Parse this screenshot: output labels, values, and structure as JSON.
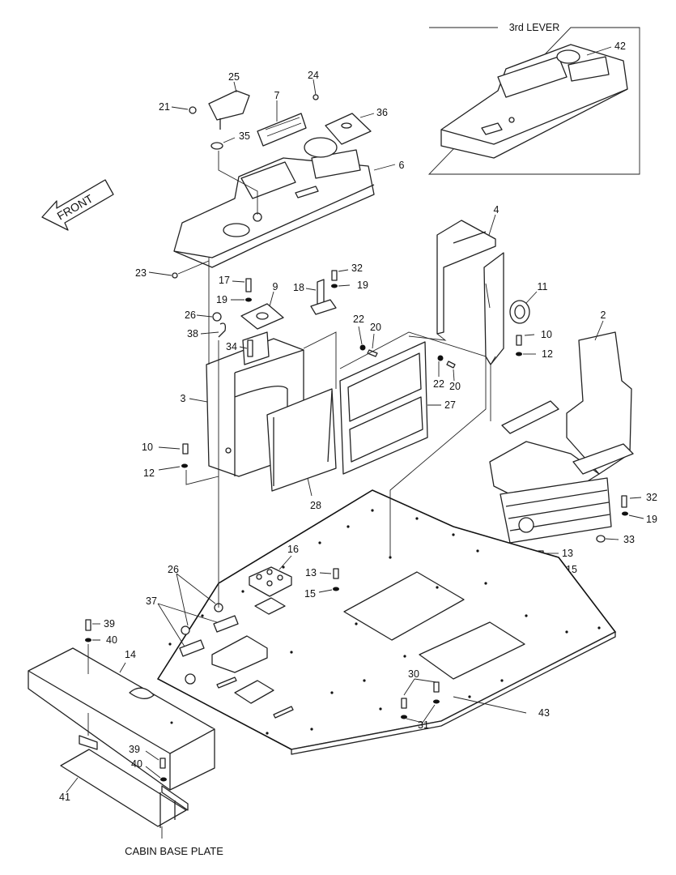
{
  "labels": {
    "inset_title": "3rd LEVER",
    "front": "FRONT",
    "cabin_base_plate": "CABIN BASE PLATE"
  },
  "callouts": {
    "n2": "2",
    "n3": "3",
    "n4": "4",
    "n6": "6",
    "n7": "7",
    "n9": "9",
    "n10a": "10",
    "n10b": "10",
    "n11": "11",
    "n12a": "12",
    "n12b": "12",
    "n13a": "13",
    "n13b": "13",
    "n14": "14",
    "n15a": "15",
    "n15b": "15",
    "n16": "16",
    "n17": "17",
    "n18": "18",
    "n19a": "19",
    "n19b": "19",
    "n19c": "19",
    "n20a": "20",
    "n20b": "20",
    "n21": "21",
    "n22a": "22",
    "n22b": "22",
    "n23": "23",
    "n24": "24",
    "n25": "25",
    "n26a": "26",
    "n26b": "26",
    "n27": "27",
    "n28": "28",
    "n30": "30",
    "n31": "31",
    "n32a": "32",
    "n32b": "32",
    "n33": "33",
    "n34": "34",
    "n35": "35",
    "n36": "36",
    "n37": "37",
    "n38": "38",
    "n39a": "39",
    "n39b": "39",
    "n40a": "40",
    "n40b": "40",
    "n41": "41",
    "n42": "42",
    "n43": "43"
  }
}
